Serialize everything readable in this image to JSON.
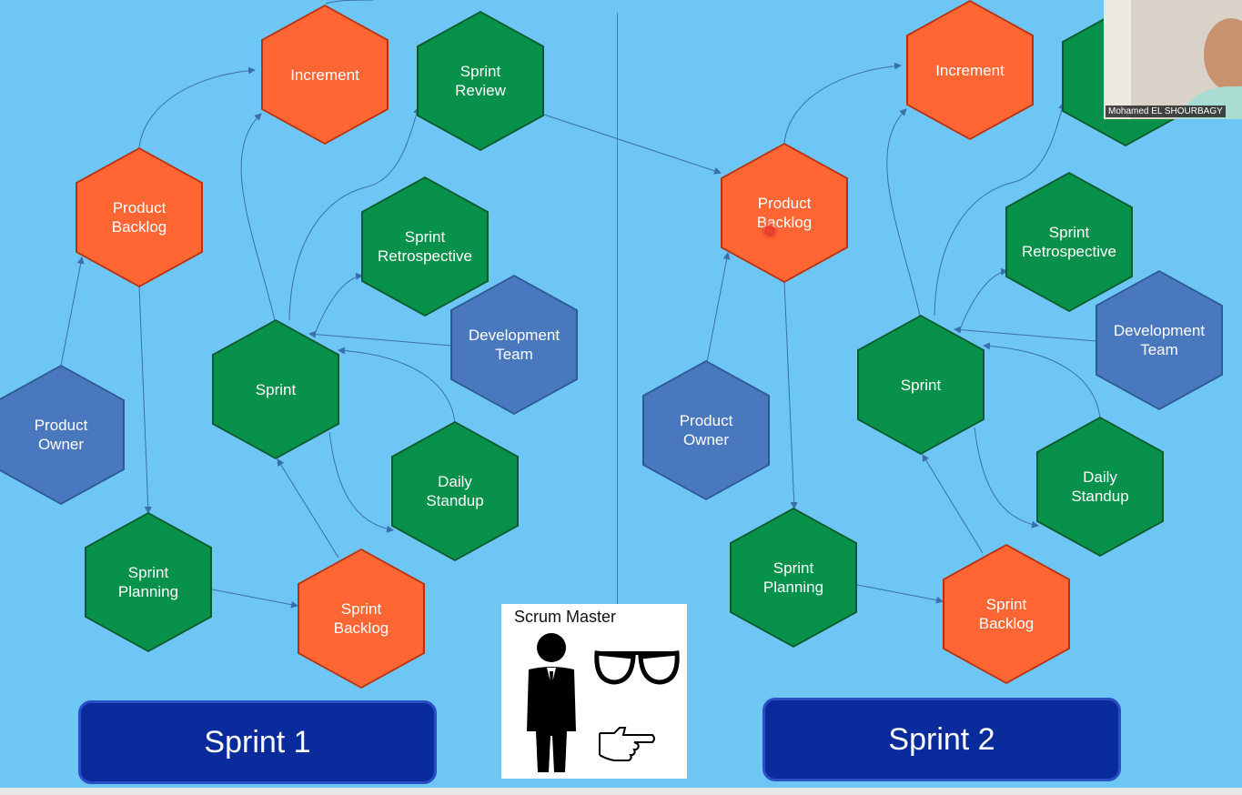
{
  "sprints": [
    {
      "banner": "Sprint 1",
      "nodes": {
        "increment": "Increment",
        "sprint_review": "Sprint\nReview",
        "product_backlog": "Product\nBacklog",
        "sprint_retrospective": "Sprint\nRetrospective",
        "development_team": "Development\nTeam",
        "sprint": "Sprint",
        "product_owner": "Product\nOwner",
        "daily_standup": "Daily\nStandup",
        "sprint_planning": "Sprint\nPlanning",
        "sprint_backlog": "Sprint\nBacklog"
      }
    },
    {
      "banner": "Sprint 2",
      "nodes": {
        "increment": "Increment",
        "product_backlog": "Product\nBacklog",
        "sprint_retrospective": "Sprint\nRetrospective",
        "development_team": "Development\nTeam",
        "sprint": "Sprint",
        "product_owner": "Product\nOwner",
        "daily_standup": "Daily\nStandup",
        "sprint_planning": "Sprint\nPlanning",
        "sprint_backlog": "Sprint\nBacklog"
      }
    }
  ],
  "scrum_master": {
    "title": "Scrum Master",
    "icons": [
      "person-in-suit-icon",
      "glasses-icon",
      "pointing-hand-icon"
    ]
  },
  "video": {
    "participant_name": "Mohamed EL SHOURBAGY"
  },
  "colors": {
    "background": "#6ec6f5",
    "artifact": "#ff6633",
    "event": "#07914a",
    "role": "#4a78bf",
    "banner": "#0a2b9b"
  }
}
